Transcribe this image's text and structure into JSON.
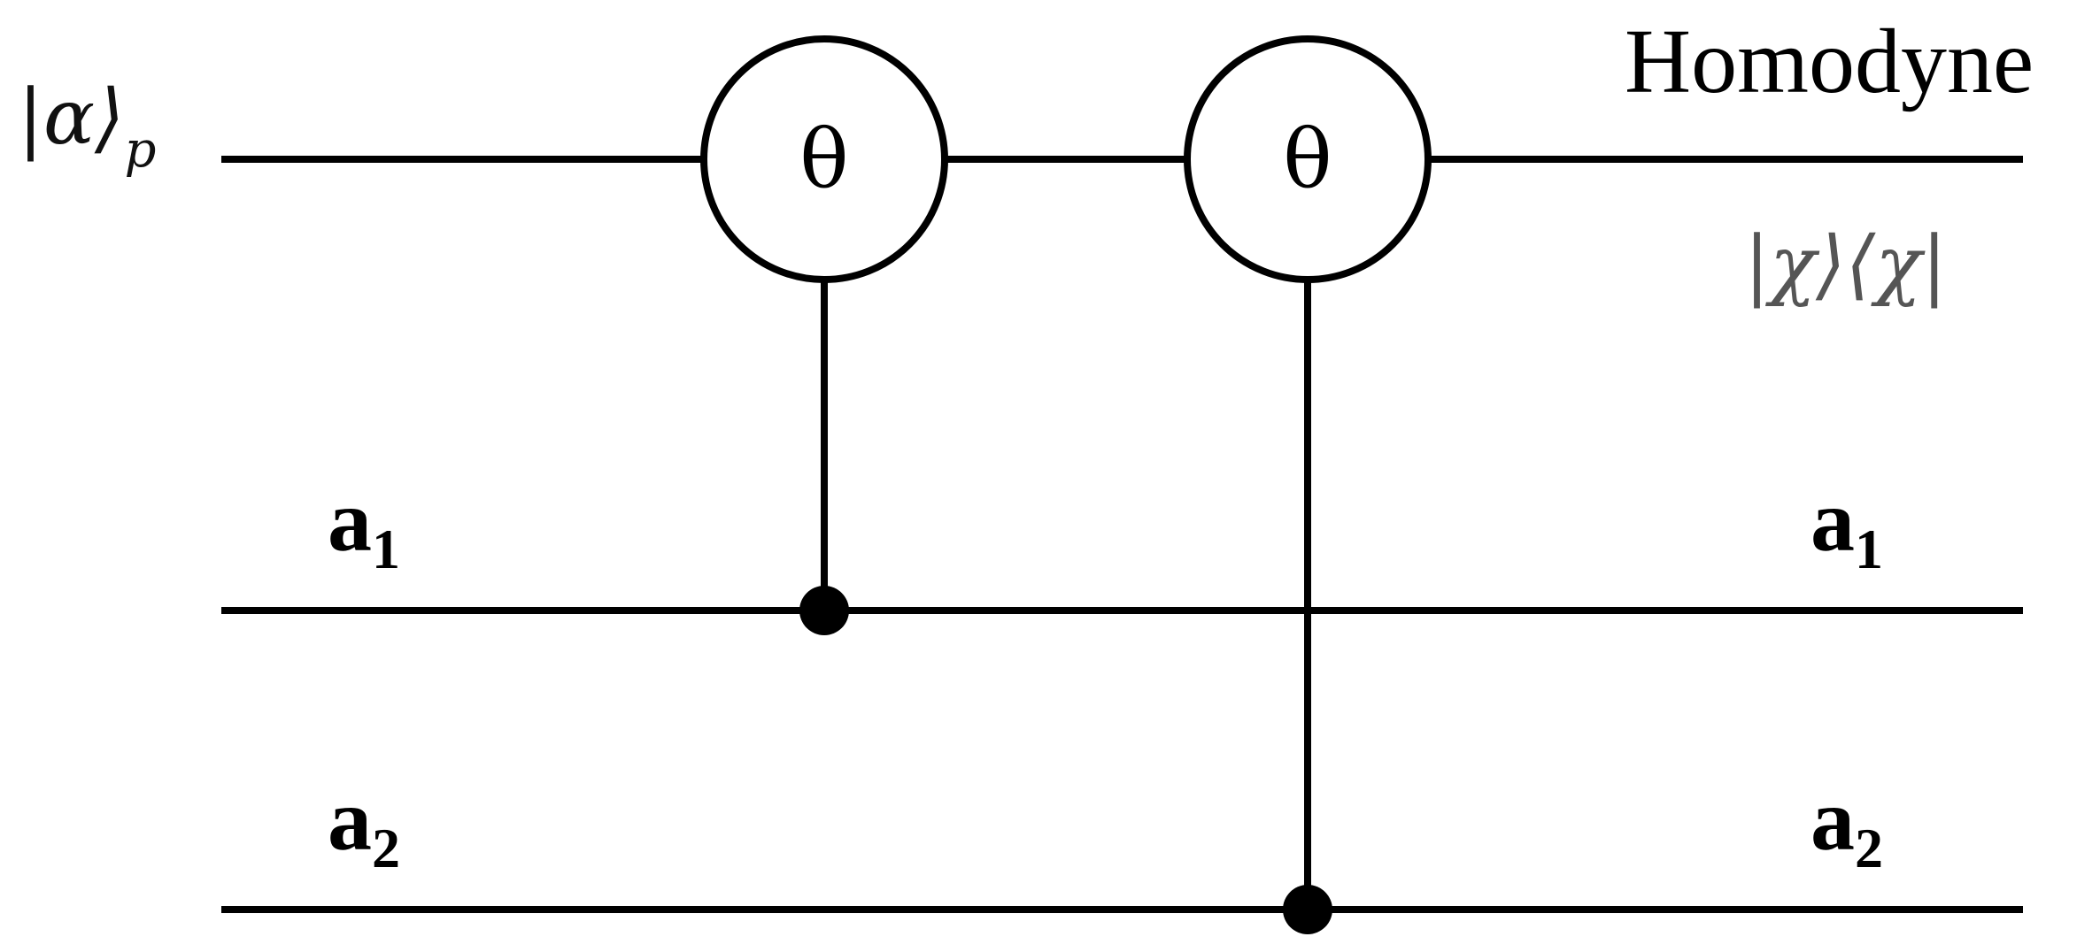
{
  "wires": {
    "probe": {
      "input_label": "|α⟩",
      "input_subscript": "p"
    },
    "mode1": {
      "input_label": "a",
      "input_subscript": "1",
      "output_label": "a",
      "output_subscript": "1"
    },
    "mode2": {
      "input_label": "a",
      "input_subscript": "2",
      "output_label": "a",
      "output_subscript": "2"
    }
  },
  "gates": [
    {
      "label": "θ",
      "control_wire": "mode1"
    },
    {
      "label": "θ",
      "control_wire": "mode2"
    }
  ],
  "measurement": {
    "title": "Homodyne",
    "projector": "|χ⟩⟨χ|"
  }
}
